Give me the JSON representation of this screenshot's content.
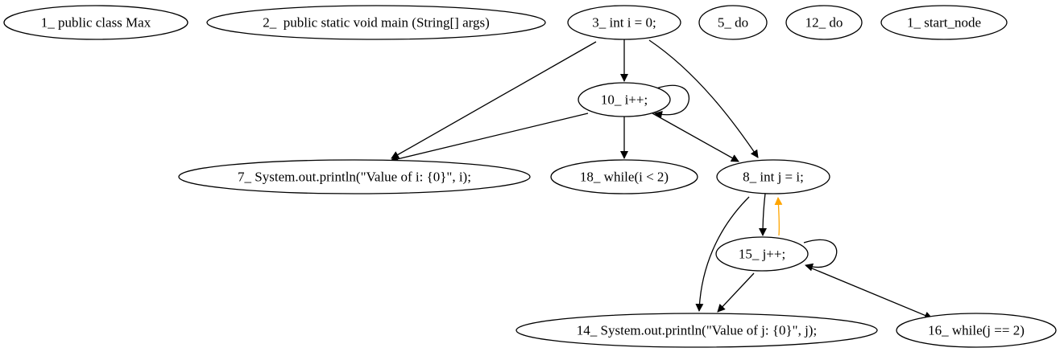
{
  "colors": {
    "edge_default": "#000000",
    "edge_highlight": "#ffa500",
    "node_border": "#000000",
    "background": "#ffffff"
  },
  "nodes": [
    {
      "id": "n_class",
      "label": "1_ public class Max"
    },
    {
      "id": "n_main",
      "label": "2_  public static void main (String[] args)"
    },
    {
      "id": "n3",
      "label": "3_ int i = 0;"
    },
    {
      "id": "n5",
      "label": "5_ do"
    },
    {
      "id": "n12",
      "label": "12_ do"
    },
    {
      "id": "n_start",
      "label": "1_ start_node"
    },
    {
      "id": "n10",
      "label": "10_ i++;"
    },
    {
      "id": "n7",
      "label": "7_ System.out.println(\"Value of i: {0}\", i);"
    },
    {
      "id": "n18",
      "label": "18_ while(i < 2)"
    },
    {
      "id": "n8",
      "label": "8_ int j = i;"
    },
    {
      "id": "n15",
      "label": "15_ j++;"
    },
    {
      "id": "n14",
      "label": "14_ System.out.println(\"Value of j: {0}\", j);"
    },
    {
      "id": "n16",
      "label": "16_ while(j == 2)"
    }
  ],
  "edges": [
    {
      "from": "n3",
      "to": "n10",
      "highlight": false
    },
    {
      "from": "n3",
      "to": "n7",
      "highlight": false
    },
    {
      "from": "n3",
      "to": "n8",
      "highlight": false
    },
    {
      "from": "n10",
      "to": "n10",
      "highlight": false
    },
    {
      "from": "n10",
      "to": "n7",
      "highlight": false
    },
    {
      "from": "n10",
      "to": "n18",
      "highlight": false
    },
    {
      "from": "n10",
      "to": "n8",
      "highlight": false
    },
    {
      "from": "n8",
      "to": "n15",
      "highlight": false
    },
    {
      "from": "n15",
      "to": "n8",
      "highlight": true
    },
    {
      "from": "n8",
      "to": "n14",
      "highlight": false
    },
    {
      "from": "n15",
      "to": "n15",
      "highlight": false
    },
    {
      "from": "n15",
      "to": "n14",
      "highlight": false
    },
    {
      "from": "n15",
      "to": "n16",
      "highlight": false
    }
  ]
}
